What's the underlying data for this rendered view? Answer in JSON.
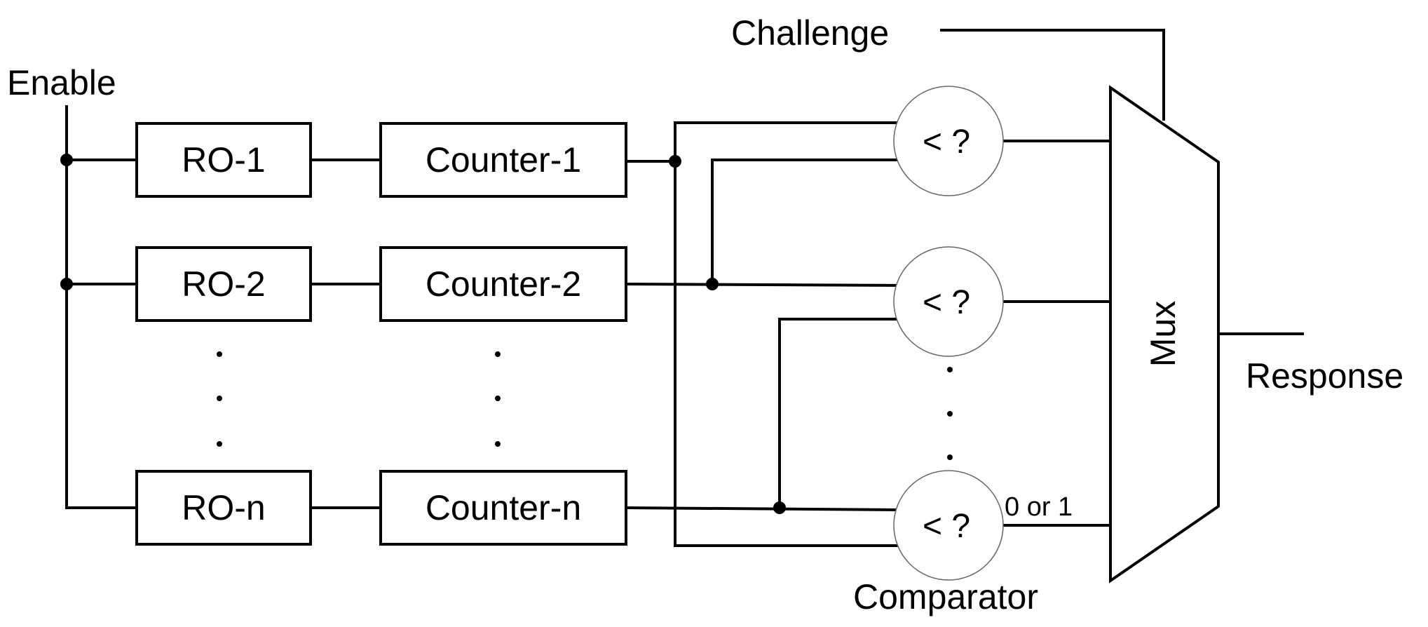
{
  "labels": {
    "enable": "Enable",
    "challenge": "Challenge",
    "response": "Response",
    "comparator": "Comparator",
    "bit_output": "0 or 1",
    "mux": "Mux"
  },
  "ring_oscillators": [
    "RO-1",
    "RO-2",
    "RO-n"
  ],
  "counters": [
    "Counter-1",
    "Counter-2",
    "Counter-n"
  ],
  "comparators": [
    "< ?",
    "< ?",
    "< ?"
  ],
  "ellipsis": {
    "ro_column": ". . .",
    "counter_column": ". . .",
    "comparator_column": ". . ."
  }
}
